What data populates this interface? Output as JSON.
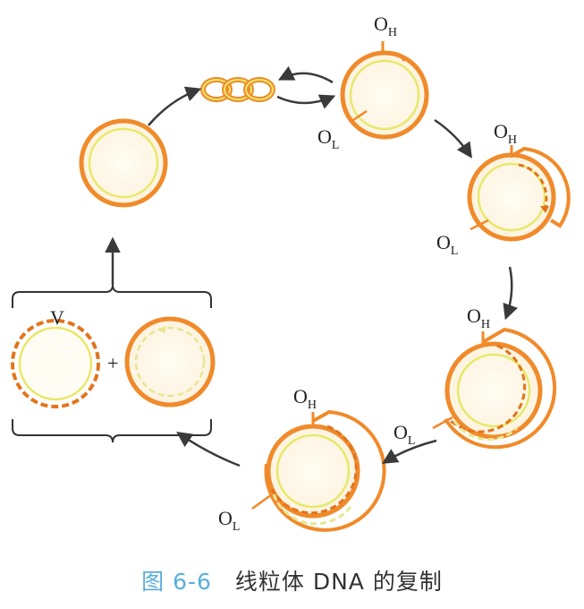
{
  "labels": {
    "oh_main": "O",
    "oh_sub": "H",
    "ol_main": "O",
    "ol_sub": "L",
    "v": "V",
    "plus": "+"
  },
  "caption": {
    "figure_number": "图 6-6",
    "text": "线粒体 DNA 的复制"
  },
  "colors": {
    "outer_ring": "#f08a2a",
    "inner_ring": "#e8e86a",
    "new_strand": "#f0b13a",
    "dashed_light": "#e9e690",
    "arrow": "#3a3a3a",
    "caption_number": "#5aaedc"
  }
}
